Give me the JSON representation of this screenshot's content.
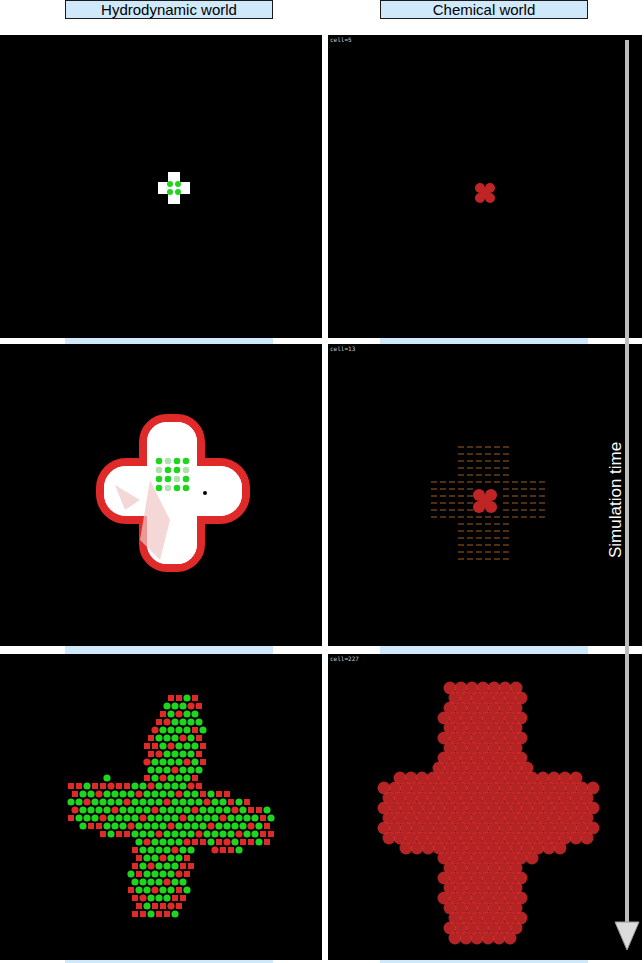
{
  "diagram": {
    "nodes": [
      {
        "text": [
          "Hydrodynamic world"
        ]
      },
      {
        "text": [
          "Chemical world"
        ]
      }
    ],
    "labels": [
      "Simulation time",
      "cell=5",
      "cell=13",
      "cell=227"
    ]
  }
}
